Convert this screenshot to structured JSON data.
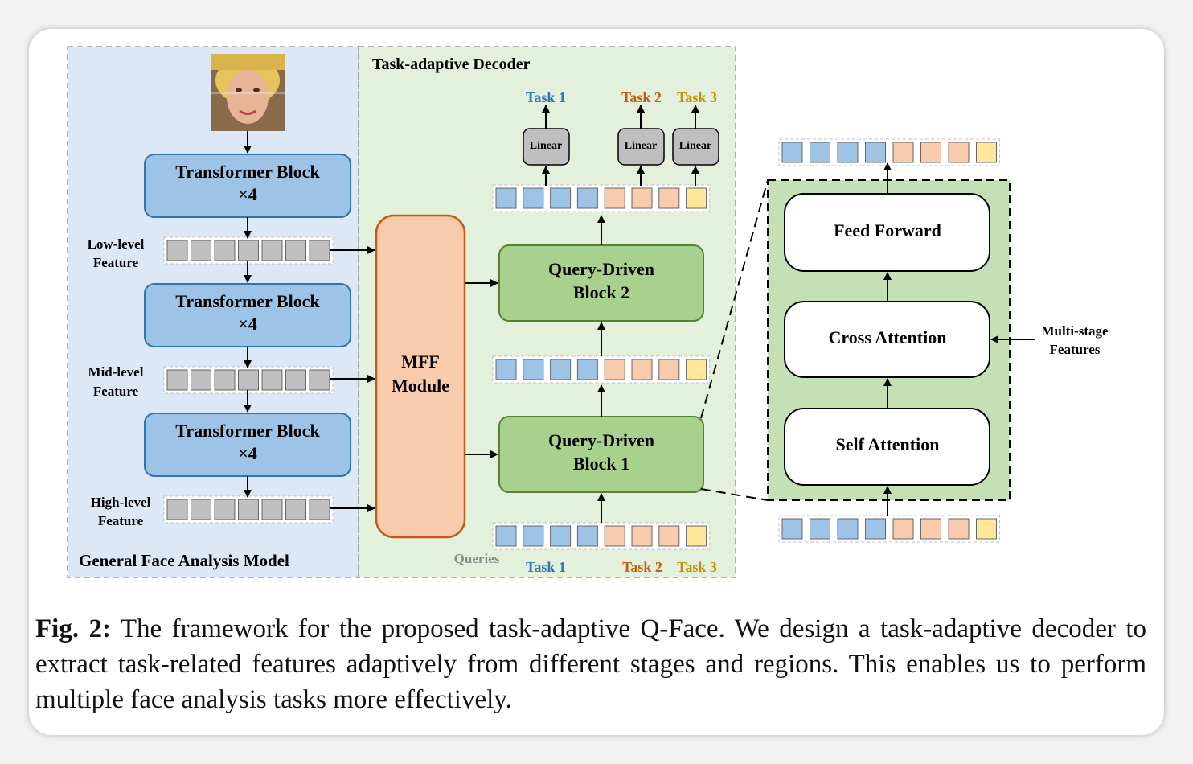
{
  "colors": {
    "left_panel": "#dce8f5",
    "right_panel": "#e3f0dc",
    "transformer": "#9dc3e6",
    "transformer_border": "#2e75b6",
    "mff": "#f8cbad",
    "mff_border": "#c55a11",
    "query_block": "#a9d18e",
    "query_border": "#548235",
    "token_gray": "#bfbfbf",
    "token_blue": "#9dc3e6",
    "token_orange": "#f8cbad",
    "token_yellow": "#ffe699",
    "task1": "#2e75b6",
    "task2": "#c55a11",
    "task3": "#bf9000",
    "zoom_panel": "#c5e0b4"
  },
  "left_panel": {
    "title": "General Face Analysis Model",
    "transformer_blocks": [
      {
        "line1": "Transformer Block",
        "line2": "×4"
      },
      {
        "line1": "Transformer Block",
        "line2": "×4"
      },
      {
        "line1": "Transformer Block",
        "line2": "×4"
      }
    ],
    "features": [
      {
        "line1": "Low-level",
        "line2": "Feature"
      },
      {
        "line1": "Mid-level",
        "line2": "Feature"
      },
      {
        "line1": "High-level",
        "line2": "Feature"
      }
    ]
  },
  "decoder": {
    "title": "Task-adaptive Decoder",
    "mff": {
      "line1": "MFF",
      "line2": "Module"
    },
    "block1": {
      "line1": "Query-Driven",
      "line2": "Block 1"
    },
    "block2": {
      "line1": "Query-Driven",
      "line2": "Block 2"
    },
    "linear_label": "Linear",
    "queries_label": "Queries",
    "tasks": [
      "Task 1",
      "Task 2",
      "Task 3"
    ]
  },
  "zoom": {
    "feed_forward": "Feed Forward",
    "cross_attention": "Cross Attention",
    "self_attention": "Self Attention",
    "side_input": {
      "line1": "Multi-stage",
      "line2": "Features"
    }
  },
  "caption": {
    "label": "Fig. 2:",
    "text": " The framework for the proposed task-adaptive Q-Face. We design a task-adaptive decoder to extract task-related features adaptively from different stages and regions. This enables us to perform multiple face analysis tasks more effectively."
  }
}
